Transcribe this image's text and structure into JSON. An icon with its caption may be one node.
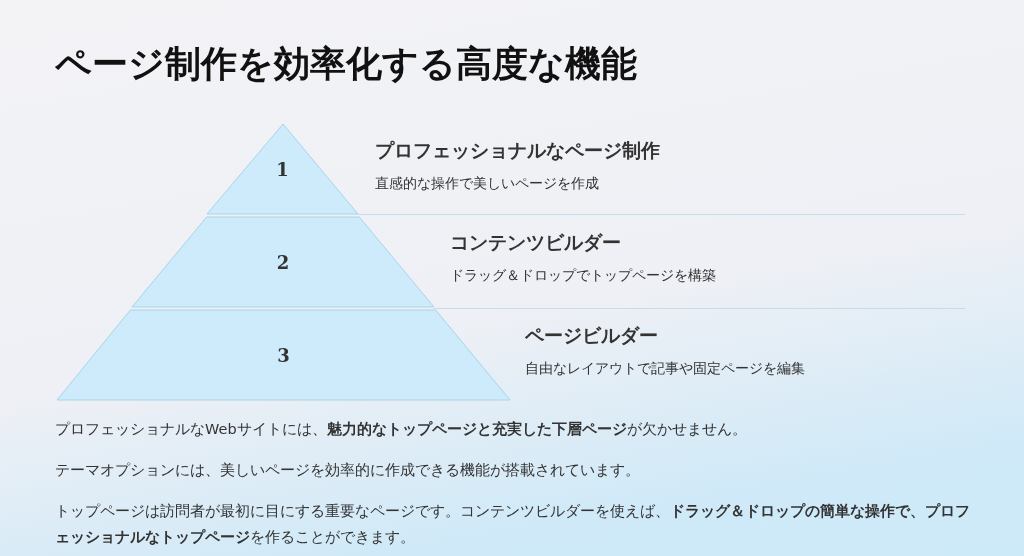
{
  "diagram": {
    "title": "ページ制作を効率化する高度な機能",
    "nodes": [
      {
        "text": [
          "1"
        ],
        "beside": [
          "プロフェッショナルなページ制作",
          "直感的な操作で美しいページを作成"
        ]
      },
      {
        "text": [
          "2"
        ],
        "beside": [
          "コンテンツビルダー",
          "ドラッグ＆ドロップでトップページを構築"
        ]
      },
      {
        "text": [
          "3"
        ],
        "beside": [
          "ページビルダー",
          "自由なレイアウトで記事や固定ページを編集"
        ]
      }
    ],
    "edges": [],
    "labels": [
      "プロフェッショナルなWebサイトには、**魅力的なトップページと充実した下層ページ**が欠かせません。",
      "テーマオプションには、美しいページを効率的に作成できる機能が搭載されています。",
      "トップページは訪問者が最初に目にする重要なページです。コンテンツビルダーを使えば、**ドラッグ＆ドロップの簡単な操作で、プロフェッショナルなトップページ**を作ることができます。"
    ]
  }
}
